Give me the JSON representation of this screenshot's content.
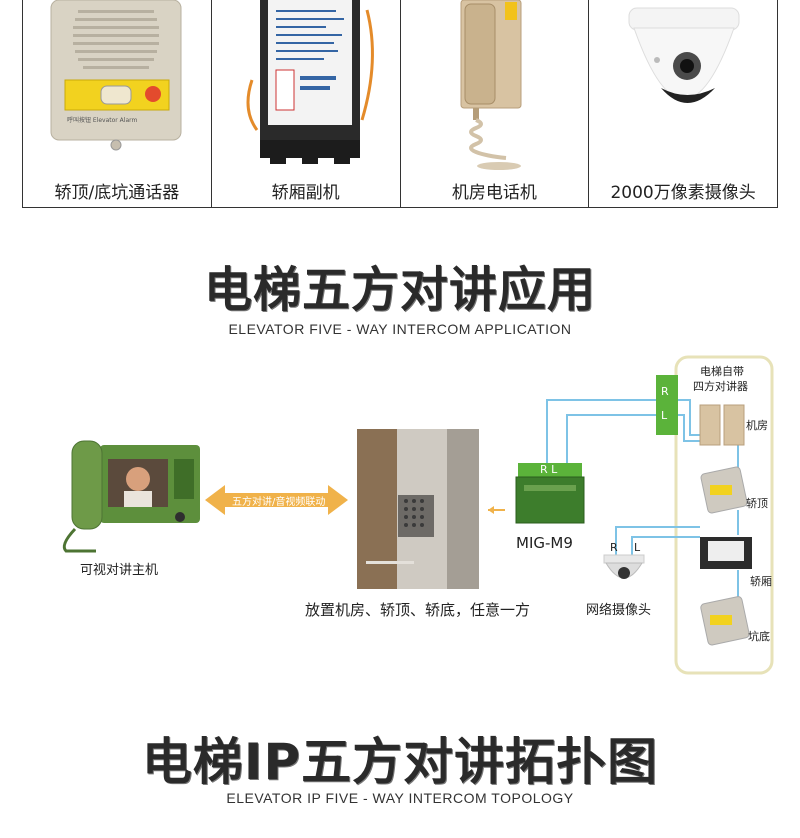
{
  "products": [
    {
      "label": "轿顶/底坑通话器",
      "icon": "car-top-intercom-device"
    },
    {
      "label": "轿厢副机",
      "icon": "car-sub-unit-device"
    },
    {
      "label": "机房电话机",
      "icon": "machine-room-phone"
    },
    {
      "label": "2000万像素摄像头",
      "icon": "dome-camera"
    }
  ],
  "section1": {
    "title": "电梯五方对讲应用",
    "subtitle": "ELEVATOR FIVE - WAY INTERCOM APPLICATION"
  },
  "diagram": {
    "host_label": "可视对讲主机",
    "arrow_label": "五方对讲/音视频联动",
    "elevator_label": "放置机房、轿顶、轿底，任意一方",
    "module_label": "MIG-M9",
    "module_rl": "R  L",
    "camera_label": "网络摄像头",
    "camera_r": "R",
    "camera_l": "L",
    "right_panel_title_1": "电梯自带",
    "right_panel_title_2": "四方对讲器",
    "right_r": "R",
    "right_l": "L",
    "items": [
      "机房",
      "轿顶",
      "轿厢",
      "坑底"
    ],
    "colors": {
      "line_blue": "#7ec3e6",
      "line_green": "#5bb33a",
      "panel_border": "#e7e2b8",
      "arrow": "#f0b24a"
    }
  },
  "section2": {
    "title": "电梯IP五方对讲拓扑图",
    "subtitle": "ELEVATOR IP FIVE - WAY INTERCOM TOPOLOGY"
  }
}
